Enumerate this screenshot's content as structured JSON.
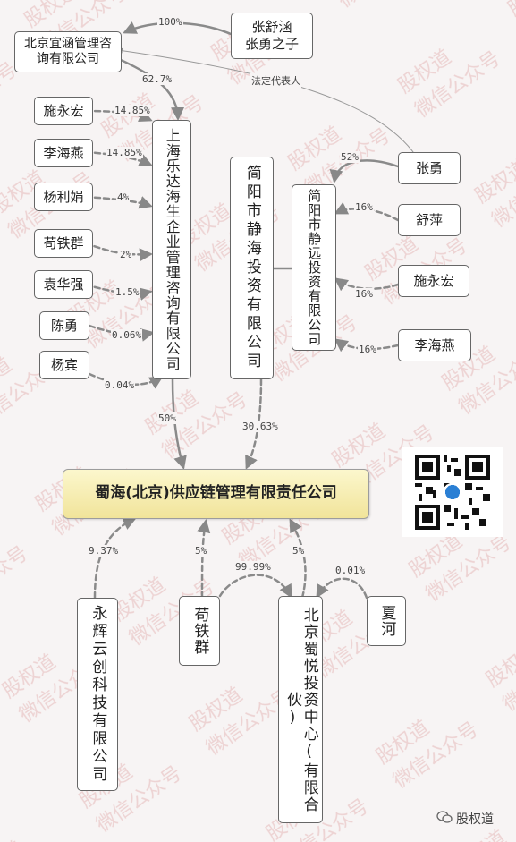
{
  "nodes": {
    "bjzh": "北京宜涵管理咨询有限公司",
    "zsh": "张舒涵\n张勇之子",
    "syh1": "施永宏",
    "lhy1": "李海燕",
    "ylj": "杨利娟",
    "gtq1": "苟铁群",
    "yhq": "袁华强",
    "cy": "陈勇",
    "yb": "杨宾",
    "shld": "上海乐达海生企业管理咨询有限公司",
    "jyjh": "简阳市静海投资有限公司",
    "jyjy": "简阳市静远投资有限公司",
    "zy": "张勇",
    "sp": "舒萍",
    "syh2": "施永宏",
    "lhy2": "李海燕",
    "main": "蜀海(北京)供应链管理有限责任公司",
    "yhy": "永辉云创科技有限公司",
    "gtq2": "苟铁群",
    "bjsy": "北京蜀悦投资中心(有限合伙)",
    "xh": "夏河"
  },
  "labels": {
    "p100": "100%",
    "p627": "62.7%",
    "fddb": "法定代表人",
    "p1485a": "14.85%",
    "p1485b": "14.85%",
    "p4": "4%",
    "p2": "2%",
    "p15": "1.5%",
    "p006": "0.06%",
    "p004": "0.04%",
    "p52": "52%",
    "p16a": "16%",
    "p16b": "16%",
    "p16c": "16%",
    "p50": "50%",
    "p3063": "30.63%",
    "p937": "9.37%",
    "p5a": "5%",
    "p5b": "5%",
    "p9999": "99.99%",
    "p001": "0.01%"
  },
  "footer": {
    "brand": "股权道",
    "icon": "wechat-icon"
  },
  "watermark": [
    "股权道",
    "微信公众号"
  ],
  "colors": {
    "background": "#f7f4f4",
    "node_border": "#666666",
    "main_fill": "#f7eeb4",
    "arrow": "#888888",
    "watermark": "#ecd0d0"
  }
}
